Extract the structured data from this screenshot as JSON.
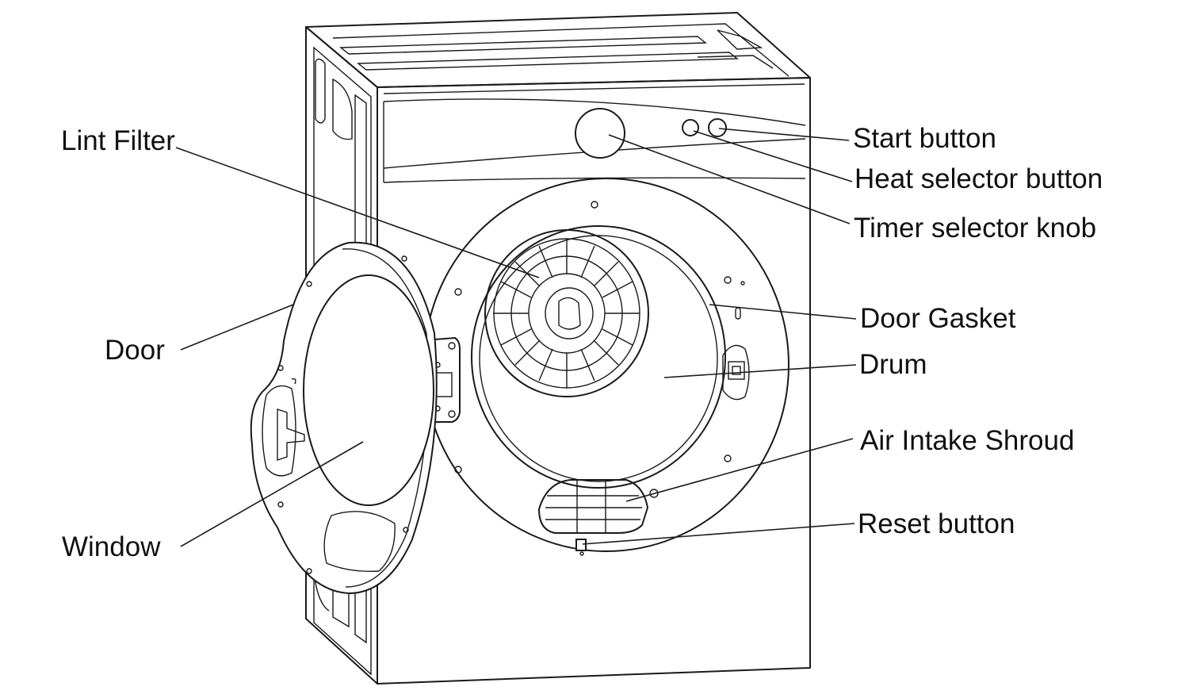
{
  "labels": {
    "lint_filter": "Lint Filter",
    "door": "Door",
    "window": "Window",
    "start_button": "Start button",
    "heat_selector_button": "Heat selector button",
    "timer_selector_knob": "Timer selector knob",
    "door_gasket": "Door Gasket",
    "drum": "Drum",
    "air_intake_shroud": "Air Intake Shroud",
    "reset_button": "Reset button"
  },
  "colors": {
    "line": "#1a1a1a",
    "background": "#ffffff"
  }
}
